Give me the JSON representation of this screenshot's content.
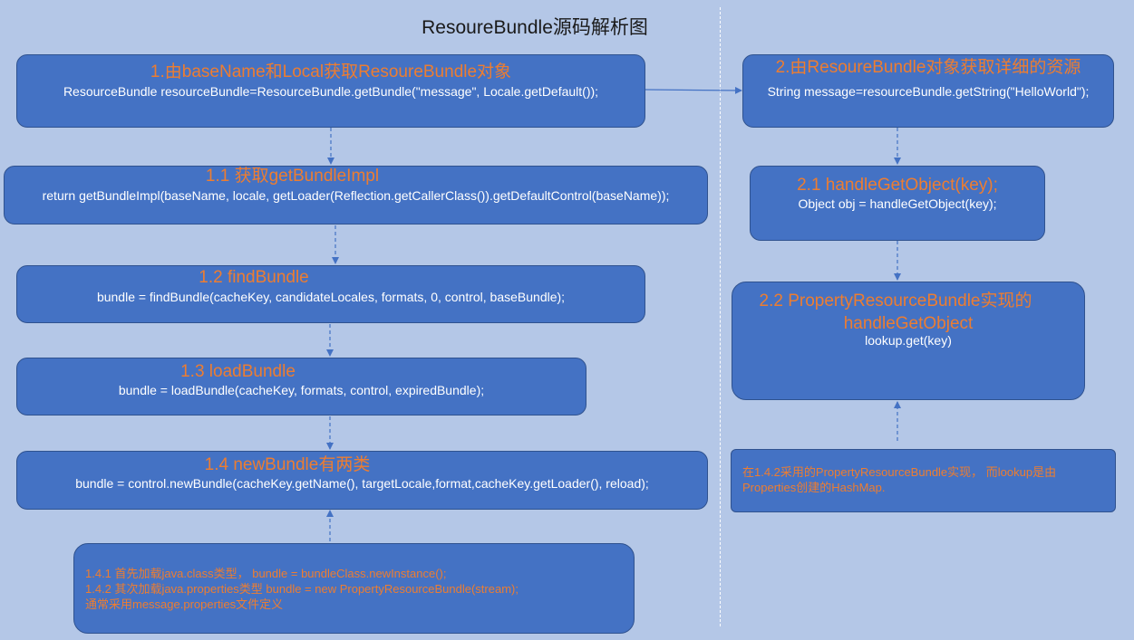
{
  "title": "ResoureBundle源码解析图",
  "left": {
    "step1": {
      "heading": "1.由baseName和Local获取ResoureBundle对象",
      "code": "ResourceBundle resourceBundle=ResourceBundle.getBundle(\"message\", Locale.getDefault());"
    },
    "step1_1": {
      "heading": "1.1 获取getBundleImpl",
      "code": "return getBundleImpl(baseName, locale, getLoader(Reflection.getCallerClass()).getDefaultControl(baseName));"
    },
    "step1_2": {
      "heading": "1.2 findBundle",
      "code": "bundle = findBundle(cacheKey, candidateLocales, formats, 0, control, baseBundle);"
    },
    "step1_3": {
      "heading": "1.3 loadBundle",
      "code": "bundle = loadBundle(cacheKey, formats, control, expiredBundle);"
    },
    "step1_4": {
      "heading": "1.4 newBundle有两类",
      "code": "bundle = control.newBundle(cacheKey.getName(), targetLocale,format,cacheKey.getLoader(), reload);"
    },
    "step1_4_notes": [
      "1.4.1  首先加载java.class类型，  bundle = bundleClass.newInstance();",
      "1.4.2  其次加载java.properties类型 bundle = new PropertyResourceBundle(stream);",
      "通常采用message.properties文件定义"
    ]
  },
  "right": {
    "step2": {
      "heading": "2.由ResoureBundle对象获取详细的资源",
      "code": "String message=resourceBundle.getString(\"HelloWorld\");"
    },
    "step2_1": {
      "heading": "2.1 handleGetObject(key);",
      "code": "Object obj = handleGetObject(key);"
    },
    "step2_2": {
      "heading_line1": "2.2 PropertyResourceBundle实现的",
      "heading_line2": "handleGetObject",
      "code": "lookup.get(key)"
    },
    "step2_note": {
      "line1": "在1.4.2采用的PropertyResourceBundle实现，  而lookup是由",
      "line2": "Properties创建的HashMap."
    }
  },
  "colors": {
    "background": "#b4c7e7",
    "box_fill": "#4472c4",
    "box_border": "#2f528f",
    "heading_text": "#ed7d31",
    "code_text": "#ffffff",
    "connector": "#4472c4"
  }
}
